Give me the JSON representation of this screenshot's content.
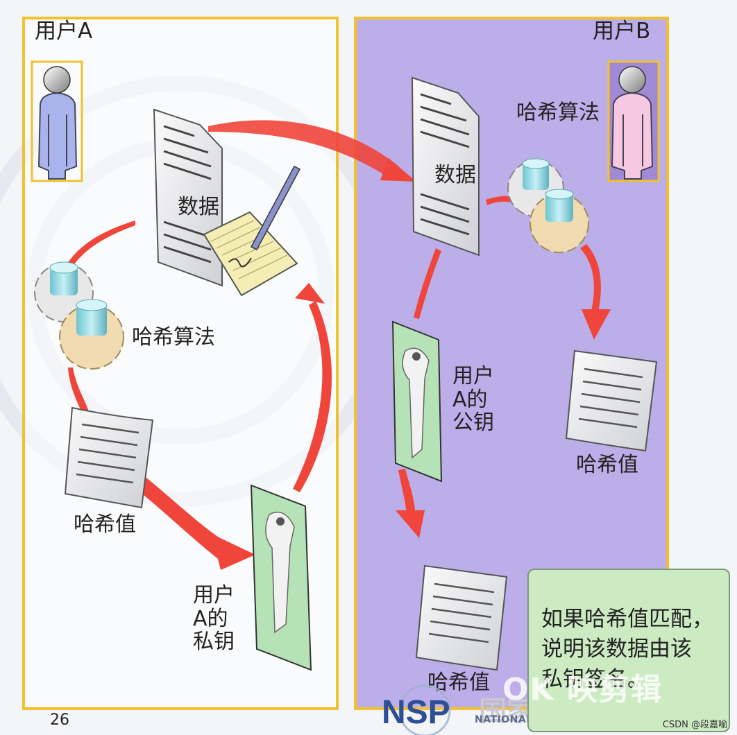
{
  "panels": {
    "a": {
      "title": "用户A"
    },
    "b": {
      "title": "用户B"
    }
  },
  "left": {
    "data_label": "数据",
    "hash_algorithm_label": "哈希算法",
    "hash_value_label": "哈希值",
    "private_key_lines": [
      "用户",
      "A的",
      "私钥"
    ]
  },
  "right": {
    "hash_algorithm_label": "哈希算法",
    "data_label": "数据",
    "public_key_lines": [
      "用户",
      "A的",
      "公钥"
    ],
    "hash_value_label": "哈希值",
    "hash_value_bottom_label": "哈希值"
  },
  "note": {
    "lines": [
      "如果哈希值匹配，",
      "说明该数据由该",
      "私钥签名。"
    ]
  },
  "footer": {
    "page_number": "26",
    "credit": "CSDN @段嘉喻"
  },
  "watermark": {
    "logo_text": "NSP",
    "cn_text": "国家",
    "tagline": "NATIONAL I",
    "brand": "OK 映剪辑"
  },
  "colors": {
    "frame": "#f2c12e",
    "panel_b_bg": "#bcaee8",
    "arrow": "#f0453a",
    "note_bg": "#ccebc3"
  }
}
